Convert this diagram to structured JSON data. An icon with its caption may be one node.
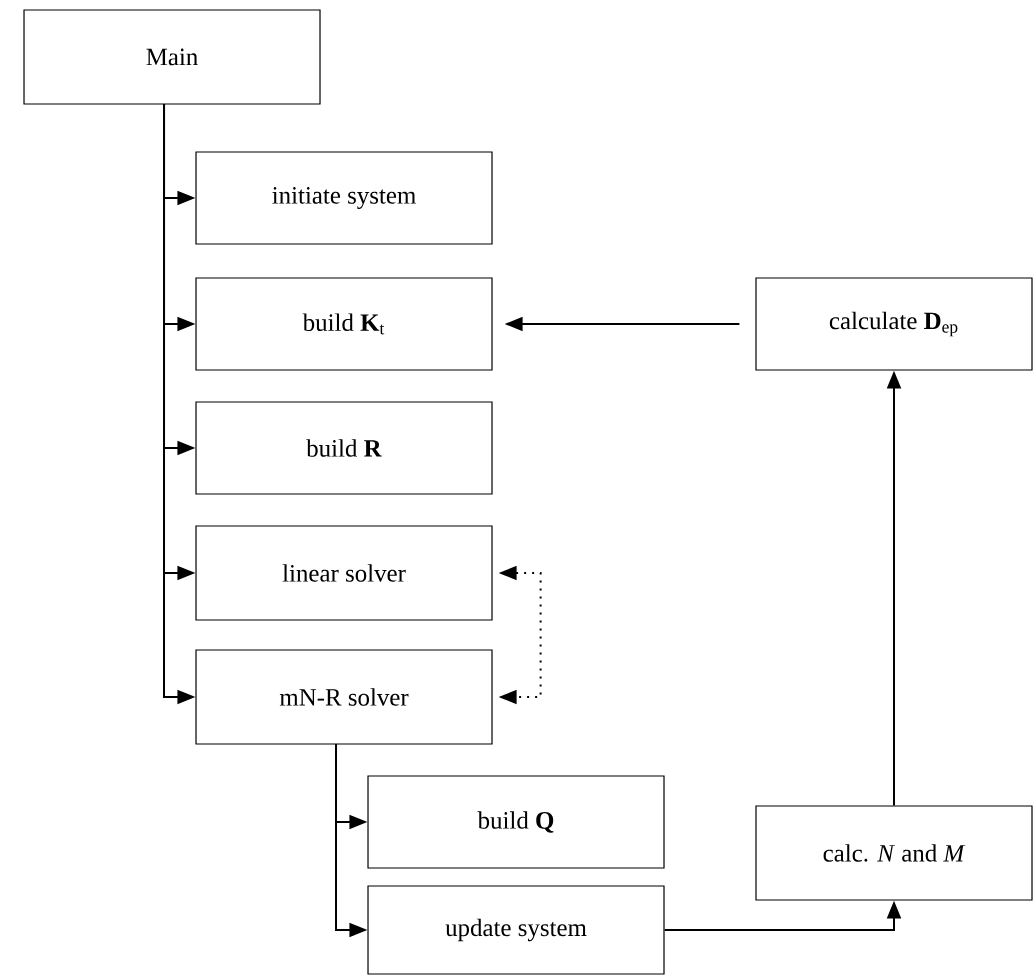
{
  "diagram": {
    "nodes": [
      {
        "text": [
          "Main"
        ]
      },
      {
        "text": [
          "initiate system"
        ]
      },
      {
        "text": [
          "build **K**$_{t}$"
        ]
      },
      {
        "text": [
          "build **R**"
        ]
      },
      {
        "text": [
          "linear solver"
        ]
      },
      {
        "text": [
          "mN-R solver"
        ]
      },
      {
        "text": [
          "build **Q**"
        ]
      },
      {
        "text": [
          "update system"
        ]
      },
      {
        "text": [
          "calculate **D**$_{ep}$"
        ]
      },
      {
        "text": [
          "calc. *N* and *M*"
        ]
      }
    ],
    "edges": [
      {
        "from": 0,
        "to": 1,
        "arrow": "to"
      },
      {
        "from": 0,
        "to": 2,
        "arrow": "to"
      },
      {
        "from": 0,
        "to": 3,
        "arrow": "to"
      },
      {
        "from": 0,
        "to": 4,
        "arrow": "to"
      },
      {
        "from": 0,
        "to": 5,
        "arrow": "to"
      },
      {
        "from": 4,
        "to": 5,
        "arrow": "both",
        "style": "dashed"
      },
      {
        "from": 5,
        "to": 6,
        "arrow": "to"
      },
      {
        "from": 5,
        "to": 7,
        "arrow": "to"
      },
      {
        "from": 7,
        "to": 9,
        "arrow": "to"
      },
      {
        "from": 9,
        "to": 8,
        "arrow": "to"
      },
      {
        "from": 8,
        "to": 2,
        "arrow": "to"
      }
    ]
  }
}
